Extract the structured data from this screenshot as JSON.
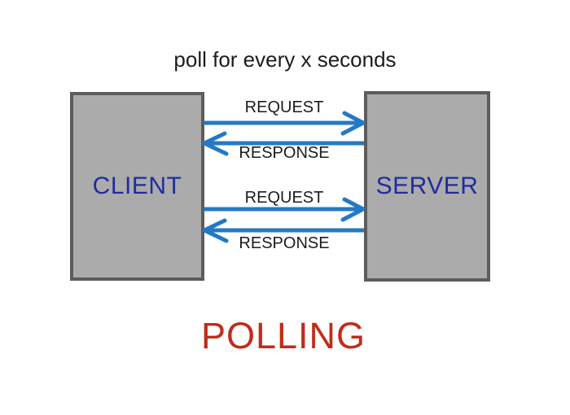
{
  "title": "poll for every x seconds",
  "diagram": {
    "client_label": "CLIENT",
    "server_label": "SERVER",
    "exchanges": [
      {
        "request_label": "REQUEST",
        "response_label": "RESPONSE"
      },
      {
        "request_label": "REQUEST",
        "response_label": "RESPONSE"
      }
    ],
    "caption": "POLLING"
  },
  "colors": {
    "arrow": "#2579c4",
    "box_fill": "#ababab",
    "box_border": "#5c5c5c",
    "node_text": "#1f2d9f",
    "caption": "#c22b18",
    "label_text": "#1c1c1c"
  }
}
